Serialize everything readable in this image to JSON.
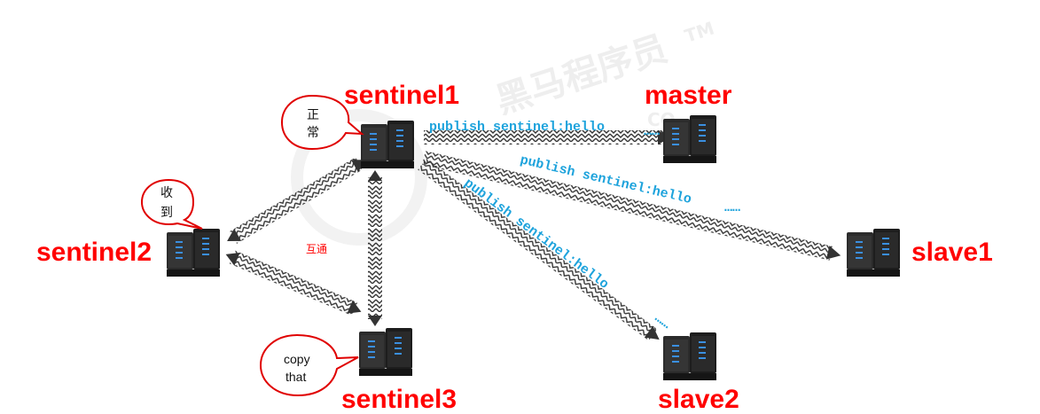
{
  "watermark": {
    "brand": "黑马程序员",
    "trademark": "TM",
    "sub": "CO"
  },
  "nodes": {
    "sentinel1": "sentinel1",
    "sentinel2": "sentinel2",
    "sentinel3": "sentinel3",
    "master": "master",
    "slave1": "slave1",
    "slave2": "slave2"
  },
  "bubbles": {
    "sentinel1": [
      "正",
      "常"
    ],
    "sentinel2": [
      "收",
      "到"
    ],
    "sentinel3": [
      "copy",
      "that"
    ]
  },
  "messages": {
    "to_master": "publish sentinel:hello",
    "to_slave1": "publish sentinel:hello",
    "to_slave2": "publish sentinel:hello",
    "ellipsis": "……"
  },
  "link_label": "互通",
  "colors": {
    "node_label": "#ff0000",
    "message": "#1ea3dc",
    "bubble_border": "#e00000",
    "server_body": "#2b2b2b",
    "server_light": "#3a8fe0"
  },
  "icons": {
    "server": "server-rack-icon"
  }
}
